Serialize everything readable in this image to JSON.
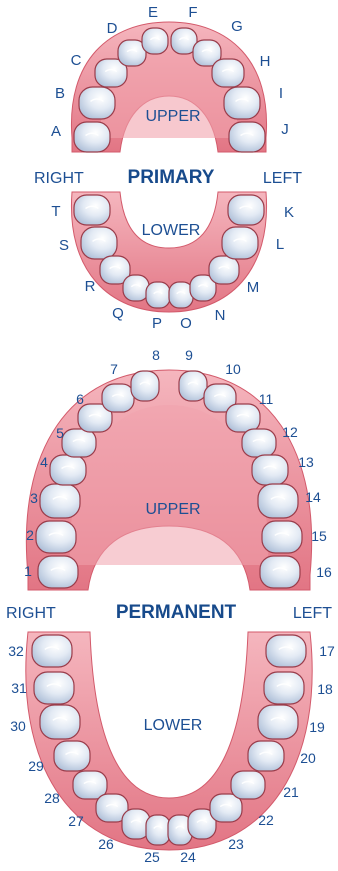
{
  "primary": {
    "title": "PRIMARY",
    "right": "RIGHT",
    "left": "LEFT",
    "upper": "UPPER",
    "lower": "LOWER",
    "upper_teeth": [
      "A",
      "B",
      "C",
      "D",
      "E",
      "F",
      "G",
      "H",
      "I",
      "J"
    ],
    "lower_teeth": [
      "T",
      "S",
      "R",
      "Q",
      "P",
      "O",
      "N",
      "M",
      "L",
      "K"
    ]
  },
  "permanent": {
    "title": "PERMANENT",
    "right": "RIGHT",
    "left": "LEFT",
    "upper": "UPPER",
    "lower": "LOWER",
    "upper_teeth": [
      "1",
      "2",
      "3",
      "4",
      "5",
      "6",
      "7",
      "8",
      "9",
      "10",
      "11",
      "12",
      "13",
      "14",
      "15",
      "16"
    ],
    "lower_teeth": [
      "32",
      "31",
      "30",
      "29",
      "28",
      "27",
      "26",
      "25",
      "24",
      "23",
      "22",
      "21",
      "20",
      "19",
      "18",
      "17"
    ]
  },
  "colors": {
    "gum": "#e47d8a",
    "gum_inner": "#f2a7b0",
    "tooth": "#c6d3e6",
    "tooth_highlight": "#ffffff",
    "label": "#1d4f93"
  }
}
